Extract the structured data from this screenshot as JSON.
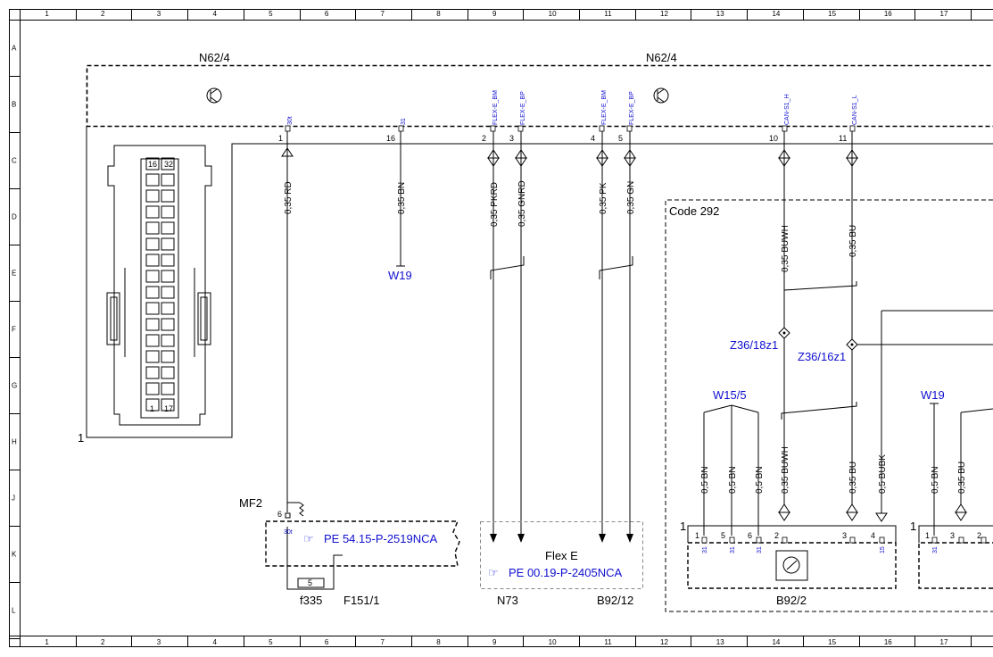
{
  "grid": {
    "columns": [
      "1",
      "2",
      "3",
      "4",
      "5",
      "6",
      "7",
      "8",
      "9",
      "10",
      "11",
      "12",
      "13",
      "14",
      "15",
      "16",
      "17"
    ],
    "rows": [
      "A",
      "B",
      "C",
      "D",
      "E",
      "F",
      "G",
      "H",
      "J",
      "K",
      "L"
    ]
  },
  "components": {
    "n62_left": "N62/4",
    "n62_right": "N62/4",
    "connector_pin": "1",
    "connector_top_left": "16",
    "connector_top_right": "32",
    "connector_bottom_left": "1",
    "connector_bottom_right": "17",
    "code_label": "Code 292",
    "mf2": "MF2",
    "f335": "f335",
    "f151": "F151/1",
    "fuse_num": "5",
    "fuse_pin": "6",
    "fuse_sig": "30t",
    "flex_e": "Flex E",
    "n73": "N73",
    "b92_12": "B92/12",
    "b92_2": "B92/2",
    "box_one_a": "1",
    "box_one_b": "1"
  },
  "references": {
    "pe1": "PE 54.15-P-2519NCA",
    "pe2": "PE 00.19-P-2405NCA",
    "w19_a": "W19",
    "w19_b": "W19",
    "w15_5": "W15/5",
    "z36_18": "Z36/18z1",
    "z36_16": "Z36/16z1"
  },
  "pins": {
    "p1": "1",
    "p16": "16",
    "p2": "2",
    "p3": "3",
    "p4": "4",
    "p5": "5",
    "p10": "10",
    "p11": "11"
  },
  "signals": {
    "s30t": "30t",
    "s31": "31",
    "fbm1": "FLEX-E_BM",
    "fbp1": "FLEX-E_BP",
    "fbm2": "FLEX-E_BM",
    "fbp2": "FLEX-E_BP",
    "canh": "CAN-S1_H",
    "canl": "CAN-S1_L"
  },
  "wires": {
    "w1": "0,35 RD",
    "w2": "0,35 BN",
    "w3": "0,35 PKRD",
    "w4": "0,35 GNRD",
    "w5": "0,35 PK",
    "w6": "0,35 GN",
    "w7": "0,35 BUWH",
    "w8": "0,35 BU",
    "w9": "0,5 BN",
    "w10": "0,5 BN",
    "w11": "0,5 BN",
    "w12": "0,35 BUWH",
    "w13": "0,35 BU",
    "w14": "0,5 BUBK",
    "w15": "0,5 BN",
    "w16": "0,35 BU"
  },
  "b92_pins": {
    "a1": "1",
    "a5": "5",
    "a6": "6",
    "a2": "2",
    "a3": "3",
    "a4": "4",
    "s31a": "31",
    "s31b": "31",
    "s31c": "31",
    "s15": "15",
    "b1": "1",
    "b3": "3",
    "b2": "2",
    "s31d": "31"
  }
}
